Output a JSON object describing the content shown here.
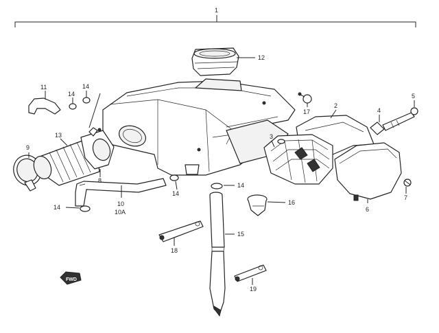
{
  "callouts": {
    "c1": "1",
    "c2": "2",
    "c3": "3",
    "c4": "4",
    "c5": "5",
    "c6": "6",
    "c7": "7",
    "c8": "8",
    "c9": "9",
    "c10": "10",
    "c10a": "10A",
    "c11": "11",
    "c12": "12",
    "c13": "13",
    "c14a": "14",
    "c14b": "14",
    "c14c": "14",
    "c14d": "14",
    "c14e": "14",
    "c15": "15",
    "c16": "16",
    "c17": "17",
    "c18": "18",
    "c19": "19"
  },
  "direction_arrow": {
    "label": "FWD"
  }
}
